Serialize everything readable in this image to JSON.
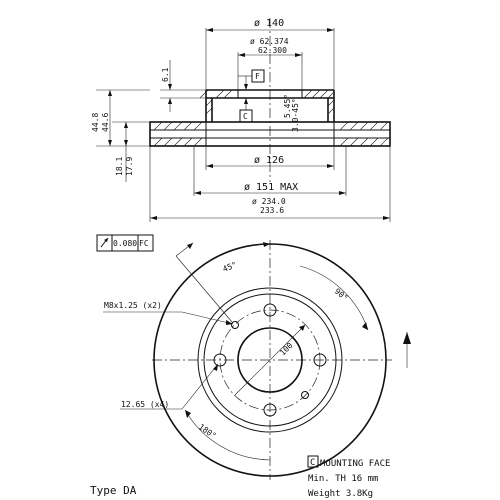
{
  "dims": {
    "d140": "ø 140",
    "d62374": "ø 62.374",
    "d62300": "62.300",
    "h61": "6.1",
    "d126": "ø 126",
    "d151": "ø 151 MAX",
    "d2340": "ø 234.0",
    "d2336": "233.6",
    "h448": "44.8",
    "h446": "44.6",
    "h181": "18.1",
    "h179": "17.9",
    "c545": "5.45°",
    "c30": "3.0-45°",
    "f_box": "F",
    "c_box": "C"
  },
  "tolerance": {
    "value": "0.080",
    "ref": "FC"
  },
  "front": {
    "angle45": "45°",
    "angle90": "90°",
    "angle180": "180°",
    "pcd": "100",
    "thread": "M8x1.25 (x2)",
    "bolt_hole": "12.65 (x4)"
  },
  "info": {
    "c_box": "C",
    "mounting_face": "MOUNTING FACE",
    "min_th": "Min. TH  16 mm",
    "weight": "Weight  3.8Kg"
  },
  "type_label": "Type DA"
}
